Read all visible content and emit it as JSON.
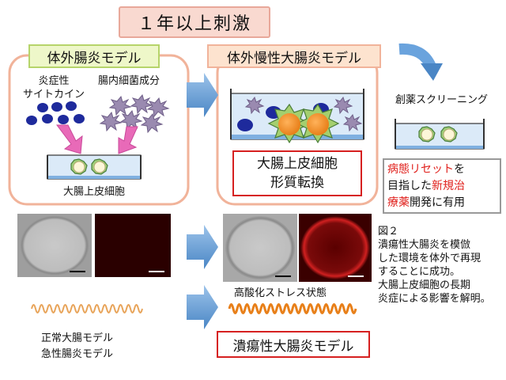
{
  "title": "１年以上刺激",
  "left_panel": {
    "label": "体外腸炎モデル",
    "cytokine_line1": "炎症性",
    "cytokine_line2": "サイトカイン",
    "bacteria": "腸内細菌成分",
    "cell_label": "大腸上皮細胞"
  },
  "mid_panel": {
    "label": "体外慢性大腸炎モデル",
    "result_line1": "大腸上皮細胞",
    "result_line2": "形質転換"
  },
  "screening": {
    "label": "創薬スクリーニング",
    "line1_red": "病態リセット",
    "line1_rest": "を",
    "line2_a": "目指した",
    "line2_red": "新規治",
    "line3_red": "療薬",
    "line3_rest": "開発に有用"
  },
  "figure": {
    "caption": "図２",
    "desc1": "潰瘍性大腸炎を模倣",
    "desc2": "した環境を体外で再現",
    "desc3": "することに成功。",
    "desc4": "大腸上皮細胞の長期",
    "desc5": "炎症による影響を解明。"
  },
  "micro": {
    "stress_label": "高酸化ストレス状態"
  },
  "bottom": {
    "normal1": "正常大腸モデル",
    "normal2": "急性腸炎モデル",
    "uc_model": "潰瘍性大腸炎モデル"
  },
  "colors": {
    "red": "#e0201c",
    "green_label": "#eef7c9",
    "peach_label": "#fde3cf",
    "arrow_blue": "#5b9bd5"
  }
}
